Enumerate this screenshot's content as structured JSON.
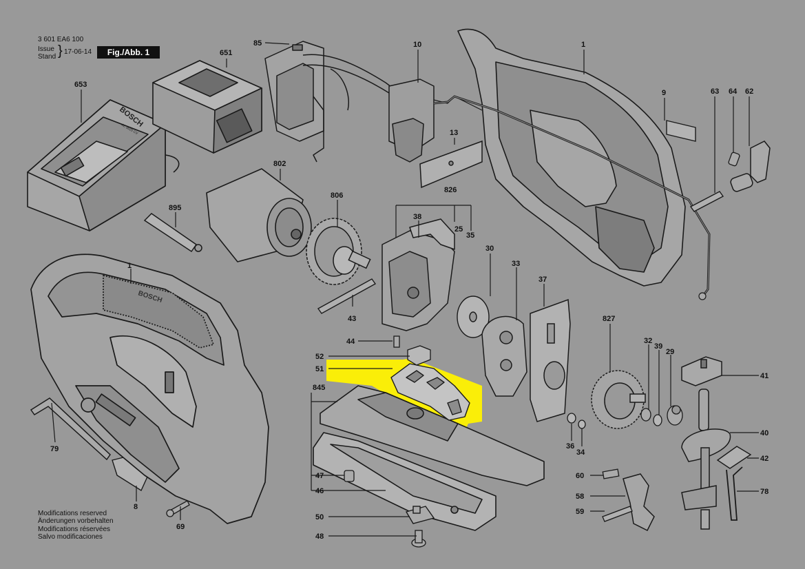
{
  "header": {
    "doc_number": "3 601 EA6 100",
    "issue_label": "Issue",
    "stand_label": "Stand",
    "date": "17-06-14",
    "figure_label": "Fig./Abb. 1"
  },
  "modifications": [
    "Modifications reserved",
    "Änderungen vorbehalten",
    "Modifications réservées",
    "Salvo modificaciones"
  ],
  "colors": {
    "background": "#999999",
    "highlight": "#fff200",
    "line": "#1a1a1a"
  },
  "part_labels": {
    "p85": "85",
    "p10": "10",
    "p1_top": "1",
    "p651": "651",
    "p653": "653",
    "p9": "9",
    "p63": "63",
    "p64": "64",
    "p62": "62",
    "p13": "13",
    "p802": "802",
    "p895": "895",
    "p806": "806",
    "p826": "826",
    "p38": "38",
    "p25": "25",
    "p35": "35",
    "p30": "30",
    "p33": "33",
    "p37": "37",
    "p1_left": "1",
    "p43": "43",
    "p44": "44",
    "p827": "827",
    "p52": "52",
    "p51": "51",
    "p845": "845",
    "p32": "32",
    "p39": "39",
    "p29": "29",
    "p41": "41",
    "p79": "79",
    "p36": "36",
    "p34": "34",
    "p40": "40",
    "p42": "42",
    "p60": "60",
    "p47": "47",
    "p46": "46",
    "p58": "58",
    "p59": "59",
    "p78": "78",
    "p8": "8",
    "p69": "69",
    "p50": "50",
    "p48": "48"
  },
  "brand_text": {
    "charger": "BOSCH",
    "charger_model": "AL 3620 CV",
    "tool": "BOSCH"
  }
}
